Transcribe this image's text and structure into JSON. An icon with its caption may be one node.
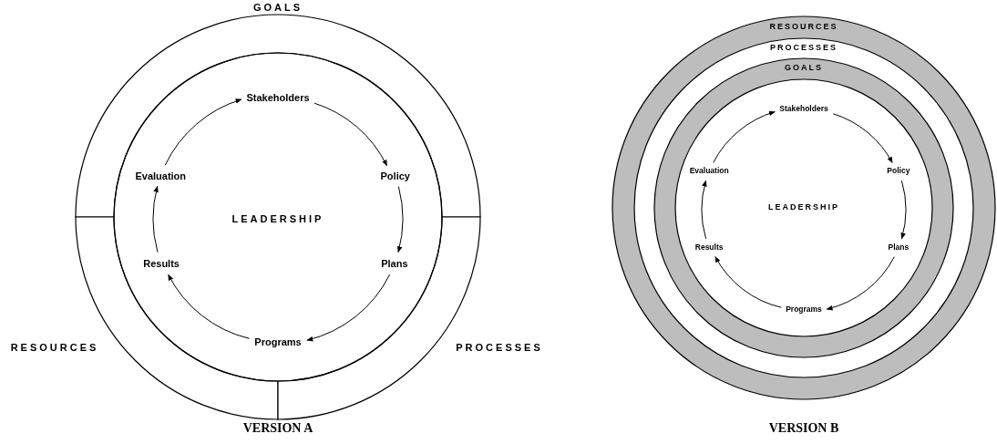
{
  "diagram": {
    "nodes": [
      {
        "text": [
          "GOALS"
        ]
      },
      {
        "text": [
          "RESOURCES"
        ]
      },
      {
        "text": [
          "PROCESSES"
        ]
      },
      {
        "text": [
          "LEADERSHIP"
        ]
      },
      {
        "text": [
          "Stakeholders"
        ],
        "in": 3
      },
      {
        "text": [
          "Policy"
        ],
        "in": 3
      },
      {
        "text": [
          "Plans"
        ],
        "in": 3
      },
      {
        "text": [
          "Programs"
        ],
        "in": 3
      },
      {
        "text": [
          "Results"
        ],
        "in": 3
      },
      {
        "text": [
          "Evaluation"
        ],
        "in": 3
      },
      {
        "text": [
          "RESOURCES"
        ]
      },
      {
        "text": [
          "PROCESSES"
        ],
        "in": 10
      },
      {
        "text": [
          "GOALS"
        ],
        "in": 11
      },
      {
        "text": [
          "LEADERSHIP"
        ],
        "in": 12
      },
      {
        "text": [
          "Stakeholders"
        ],
        "in": 13
      },
      {
        "text": [
          "Policy"
        ],
        "in": 13
      },
      {
        "text": [
          "Plans"
        ],
        "in": 13
      },
      {
        "text": [
          "Programs"
        ],
        "in": 13
      },
      {
        "text": [
          "Results"
        ],
        "in": 13
      },
      {
        "text": [
          "Evaluation"
        ],
        "in": 13
      }
    ],
    "edges": [
      {
        "from": 4,
        "to": 5,
        "arrow": "to"
      },
      {
        "from": 5,
        "to": 6,
        "arrow": "to"
      },
      {
        "from": 6,
        "to": 7,
        "arrow": "to"
      },
      {
        "from": 7,
        "to": 8,
        "arrow": "to"
      },
      {
        "from": 8,
        "to": 9,
        "arrow": "to"
      },
      {
        "from": 9,
        "to": 4,
        "arrow": "to"
      },
      {
        "from": 14,
        "to": 15,
        "arrow": "to"
      },
      {
        "from": 15,
        "to": 16,
        "arrow": "to"
      },
      {
        "from": 16,
        "to": 17,
        "arrow": "to"
      },
      {
        "from": 17,
        "to": 18,
        "arrow": "to"
      },
      {
        "from": 18,
        "to": 19,
        "arrow": "to"
      },
      {
        "from": 19,
        "to": 14,
        "arrow": "to"
      }
    ],
    "labels": [
      "VERSION A",
      "VERSION B"
    ]
  }
}
